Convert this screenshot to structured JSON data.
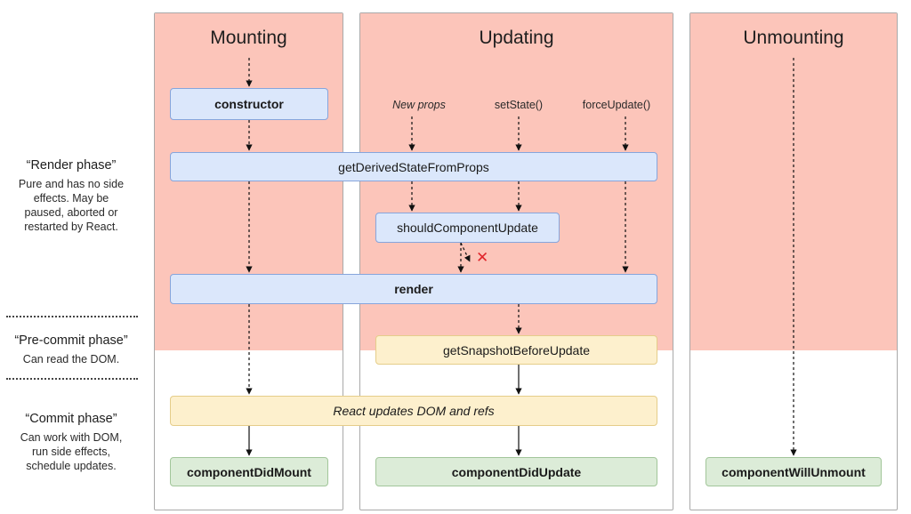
{
  "columns": {
    "mounting": "Mounting",
    "updating": "Updating",
    "unmounting": "Unmounting"
  },
  "triggers": {
    "new_props": "New props",
    "set_state": "setState()",
    "force_update": "forceUpdate()"
  },
  "methods": {
    "constructor": "constructor",
    "get_derived_state": "getDerivedStateFromProps",
    "should_component_update": "shouldComponentUpdate",
    "render": "render",
    "get_snapshot": "getSnapshotBeforeUpdate",
    "react_updates": "React updates DOM and refs",
    "did_mount": "componentDidMount",
    "did_update": "componentDidUpdate",
    "will_unmount": "componentWillUnmount"
  },
  "phases": {
    "render": {
      "title": "“Render phase”",
      "desc": [
        "Pure and has no side",
        "effects. May be",
        "paused, aborted or",
        "restarted by React."
      ]
    },
    "precommit": {
      "title": "“Pre-commit phase”",
      "desc": [
        "Can read the DOM."
      ]
    },
    "commit": {
      "title": "“Commit phase”",
      "desc": [
        "Can work with DOM,",
        "run side effects,",
        "schedule updates."
      ]
    }
  },
  "skip_marker": "✕",
  "colors": {
    "render_phase_bg": "#fcc5ba",
    "blue_box": "#dbe7fb",
    "yellow_box": "#fdf0cd",
    "green_box": "#dcecd8",
    "skip_red": "#e0262b"
  }
}
